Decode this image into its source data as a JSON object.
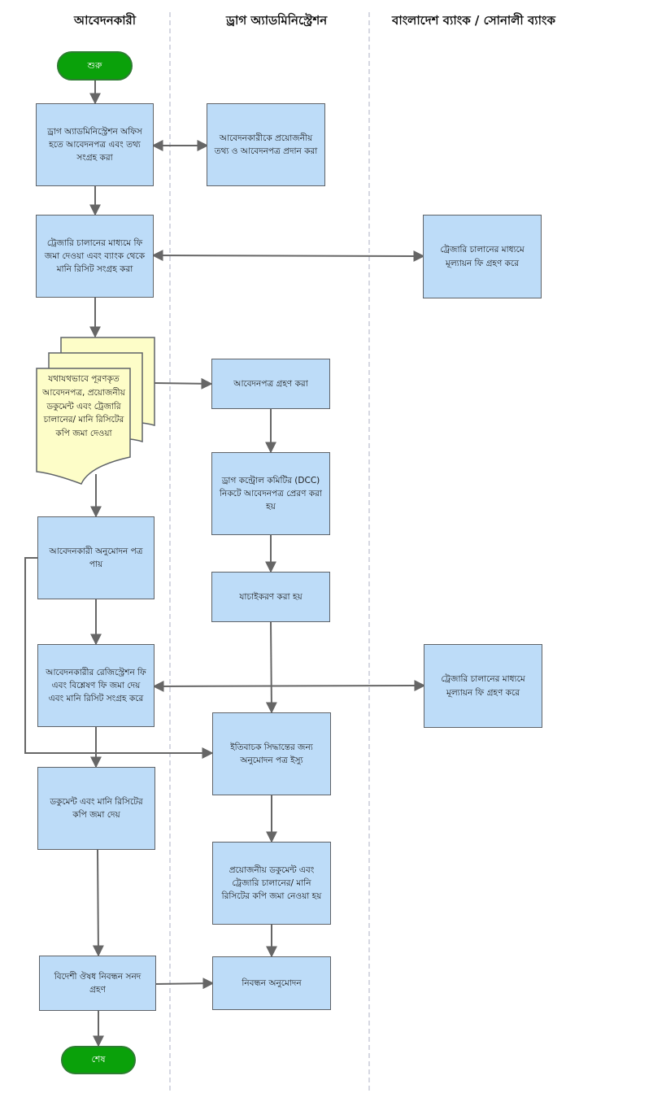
{
  "lanes": [
    "আবেদনকারী",
    "ড্রাগ অ্যাডমিনিস্ট্রেশন",
    "বাংলাদেশ ব্যাংক / সোনালী ব্যাংক"
  ],
  "start": "শুরু",
  "end": "শেষ",
  "applicant": {
    "collect_form": "ড্রাগ অ্যাডমিনিস্ট্রেশন অফিস হতে আবেদনপত্র এবং তথ্য সংগ্রহ করা",
    "pay_fee": "ট্রেজারি চালানের মাধ্যমে ফি জমা দেওয়া এবং ব্যাংক থেকে মানি রিসিট সংগ্রহ করা",
    "submit_docs": "যথাযথভাবে পূরণকৃত আবেদনপত্র, প্রয়োজনীয় ডকুমেন্ট এবং ট্রেজারি চালানের/ মানি রিসিটের কপি জমা দেওয়া",
    "receive_approval": "আবেদনকারী অনুমোদন পত্র পায়",
    "pay_registration": "আবেদনকারীর রেজিস্ট্রেশন ফি এবং বিশ্লেষণ ফি জমা দেয় এবং মানি রিসিট সংগ্রহ করে",
    "submit_copies": "ডকুমেন্ট এবং মানি রিসিটের কপি জমা দেয়",
    "receive_certificate": "বিদেশী ঔষধ নিবন্ধন সনদ গ্রহণ"
  },
  "drug_admin": {
    "provide_info": "আবেদনকারীকে প্রয়োজনীয় তথ্য ও আবেদনপত্র প্রদান করা",
    "receive_application": "আবেদনপত্র গ্রহণ করা",
    "send_to_dcc": "ড্রাগ কন্ট্রোল কমিটির (DCC) নিকটে আবেদনপত্র প্রেরণ করা হয়",
    "verification": "যাচাইকরণ করা হয়",
    "issue_approval": "ইতিবাচক সিদ্ধান্তের জন্য অনুমোদন পত্র ইস্যু",
    "collect_docs": "প্রয়োজনীয় ডকুমেন্ট এবং ট্রেজারি চালানের/ মানি রিসিটের কপি জমা নেওয়া হয়",
    "registration_approval": "নিবন্ধন অনুমোদন"
  },
  "bank": {
    "accept_fee_1": "ট্রেজারি চালানের মাধ্যমে মূল্যায়ন ফি গ্রহণ করে",
    "accept_fee_2": "ট্রেজারি চালানের মাধ্যমে মূল্যায়ন ফি গ্রহণ করে"
  },
  "colors": {
    "process_fill": "#bddcf8",
    "process_border": "#5f6368",
    "document_fill": "#fdfdc8",
    "terminator_fill": "#0aa10a",
    "connector": "#666666",
    "lane_divider": "#c8ccd8"
  }
}
